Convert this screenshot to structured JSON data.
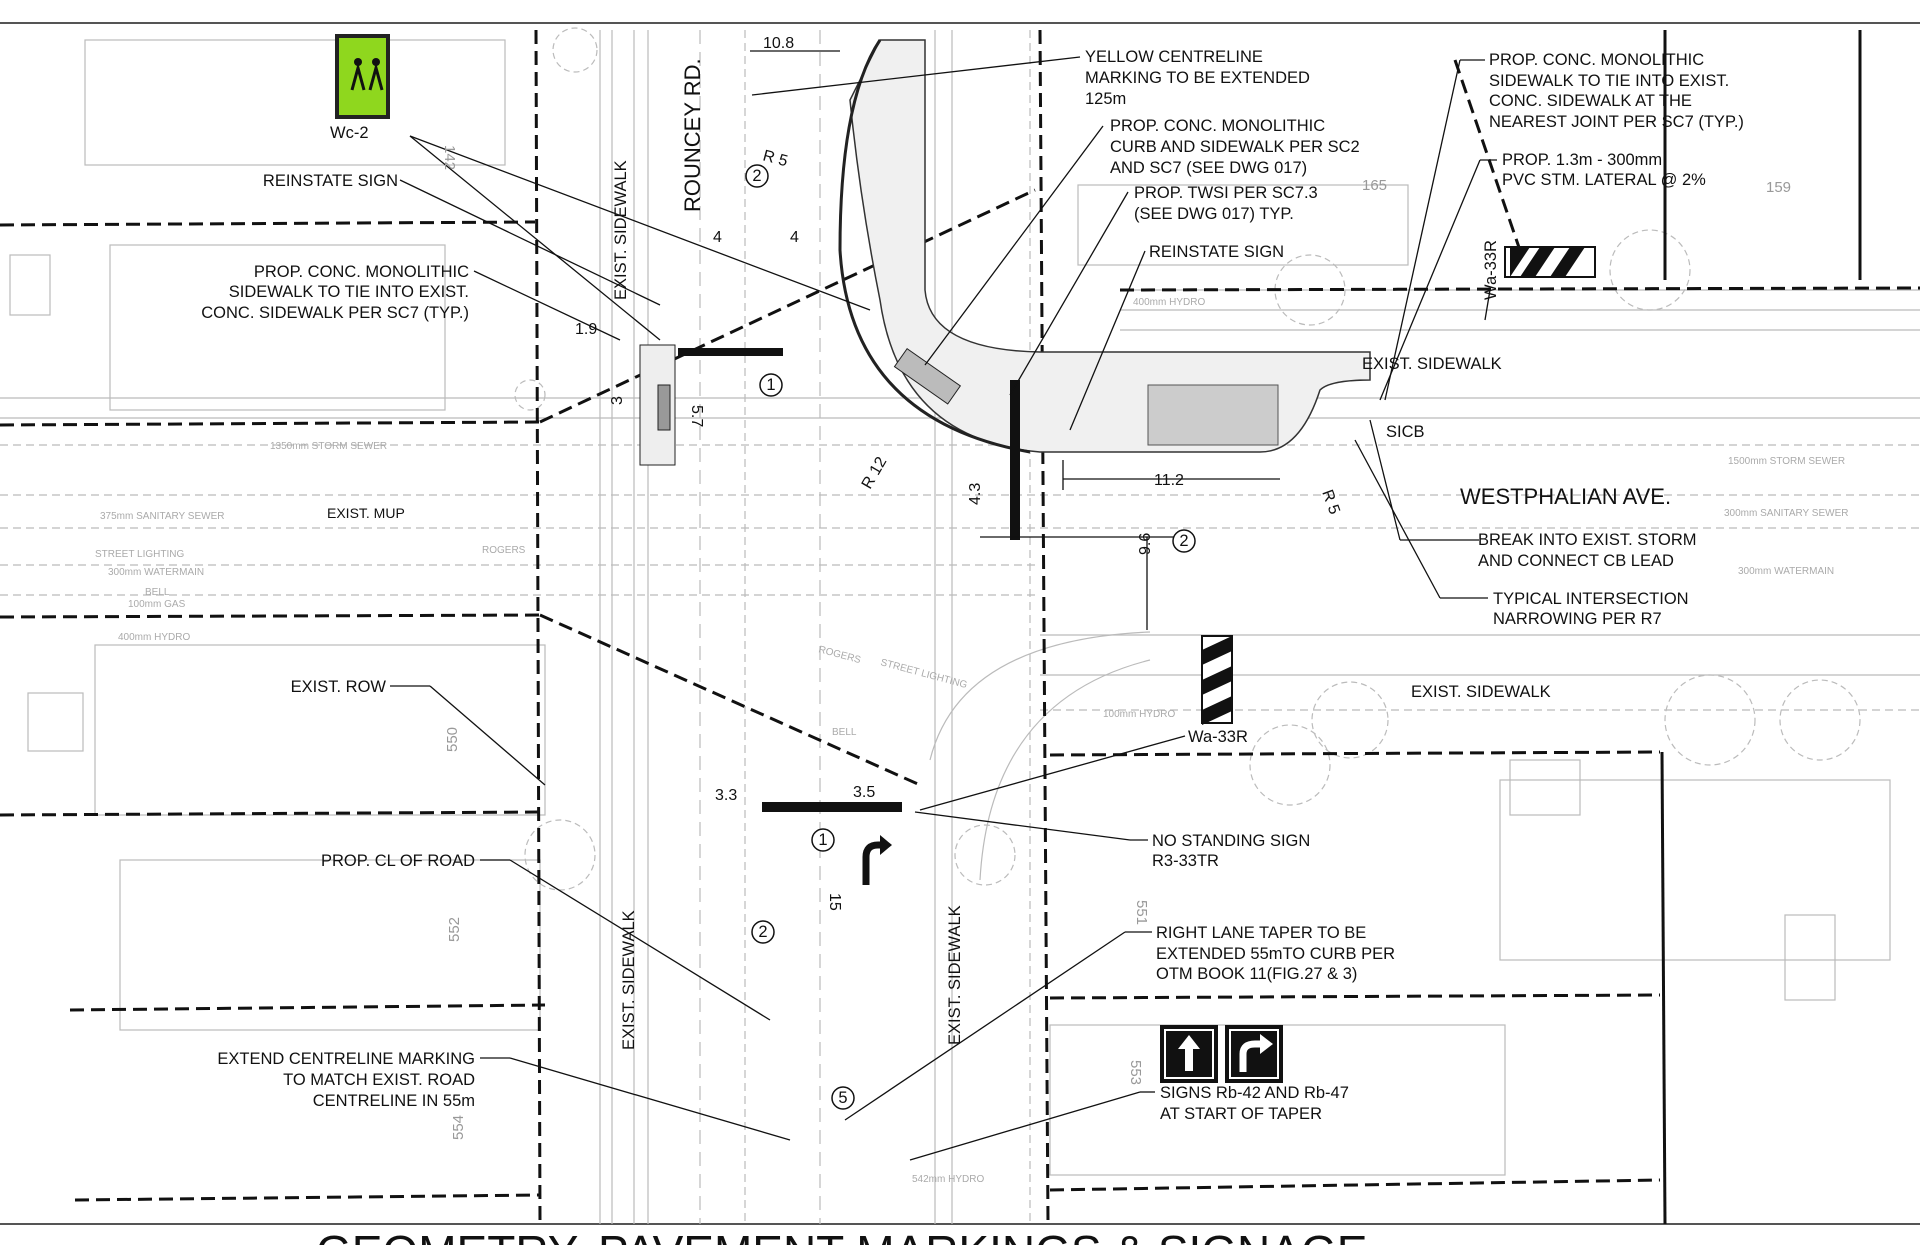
{
  "drawing": {
    "title": "GEOMETRY, PAVEMENT MARKINGS & SIGNAGE",
    "streets": {
      "north_south": "ROUNCEY RD.",
      "east_west": "WESTPHALIAN AVE."
    },
    "callouts": {
      "yellow_centreline": [
        "YELLOW CENTRELINE",
        "MARKING TO BE EXTENDED",
        "125m"
      ],
      "prop_curb_sidewalk": [
        "PROP. CONC. MONOLITHIC",
        "CURB AND SIDEWALK PER SC2",
        "AND SC7 (SEE DWG 017)"
      ],
      "prop_twsi": [
        "PROP. TWSI PER SC7.3",
        "(SEE DWG 017) TYP."
      ],
      "reinstate_sign_right": "REINSTATE SIGN",
      "prop_sidewalk_tie_right": [
        "PROP. CONC. MONOLITHIC",
        "SIDEWALK TO TIE INTO EXIST.",
        "CONC. SIDEWALK AT THE",
        "NEAREST JOINT PER SC7 (TYP.)"
      ],
      "prop_pvc_lateral": [
        "PROP. 1.3m - 300mm",
        "PVC STM. LATERAL @ 2%"
      ],
      "wc2": "Wc-2",
      "reinstate_sign_left": "REINSTATE SIGN",
      "prop_sidewalk_tie_left": [
        "PROP. CONC. MONOLITHIC",
        "SIDEWALK TO TIE INTO EXIST.",
        "CONC. SIDEWALK PER SC7 (TYP.)"
      ],
      "exist_mup": "EXIST. MUP",
      "sicb": "SICB",
      "break_storm": [
        "BREAK INTO EXIST. STORM",
        "AND CONNECT CB LEAD"
      ],
      "narrowing": [
        "TYPICAL INTERSECTION",
        "NARROWING PER R7"
      ],
      "exist_row": "EXIST. ROW",
      "wa33r_top": "Wa-33R",
      "wa33r_bottom": "Wa-33R",
      "no_standing": [
        "NO STANDING SIGN",
        "R3-33TR"
      ],
      "prop_cl_road": "PROP. CL OF ROAD",
      "right_lane_taper": [
        "RIGHT LANE TAPER TO BE",
        "EXTENDED 55mTO CURB PER",
        "OTM BOOK 11(FIG.27 & 3)"
      ],
      "extend_centreline": [
        "EXTEND CENTRELINE MARKING",
        "TO MATCH EXIST. ROAD",
        "CENTRELINE IN 55m"
      ],
      "signs_rb": [
        "SIGNS Rb-42 AND Rb-47",
        "AT START OF TAPER"
      ],
      "exist_sidewalk": [
        "EXIST. SIDEWALK",
        "EXIST. SIDEWALK",
        "EXIST. SIDEWALK",
        "EXIST. SIDEWALK",
        "EXIST. SIDEWALK"
      ]
    },
    "dimensions": [
      "10.8",
      "R 5",
      "4",
      "4",
      "1.9",
      "3",
      "5.7",
      "R 12",
      "4.3",
      "11.2",
      "R 5",
      "9.6",
      "3.3",
      "3.5",
      "15"
    ],
    "circled_markers": [
      "2",
      "1",
      "2",
      "1",
      "2",
      "5"
    ],
    "lot_numbers": [
      "142",
      "165",
      "159",
      "550",
      "552",
      "551",
      "553",
      "554"
    ],
    "utility_labels": [
      "1350mm STORM SEWER",
      "375mm SANITARY SEWER",
      "STREET LIGHTING",
      "300mm WATERMAIN",
      "BELL",
      "100mm GAS",
      "400mm HYDRO",
      "ROGERS",
      "1500mm STORM SEWER",
      "300mm SANITARY SEWER",
      "300mm WATERMAIN",
      "400mm HYDRO",
      "542mm HYDRO",
      "ROGERS",
      "STREET LIGHTING",
      "BELL",
      "100mm HYDRO"
    ],
    "colors": {
      "wc2_sign": "#8fd71e",
      "linework": "#111111",
      "existing": "#aaaaaa"
    },
    "icons": [
      "school-crossing-sign-icon",
      "hazard-marker-icon",
      "straight-ahead-sign-icon",
      "right-turn-sign-icon",
      "right-turn-arrow-marking-icon"
    ]
  }
}
